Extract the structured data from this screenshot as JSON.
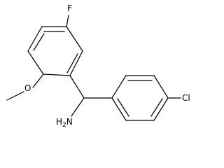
{
  "structure": {
    "atoms": {
      "fluorine": "F",
      "oxygen": "O",
      "chlorine": "Cl",
      "amine_h": "H",
      "amine_h_count": "2",
      "amine_n": "N"
    },
    "colors": {
      "bond": "#000000",
      "label": "#000000",
      "background": "#ffffff"
    }
  }
}
